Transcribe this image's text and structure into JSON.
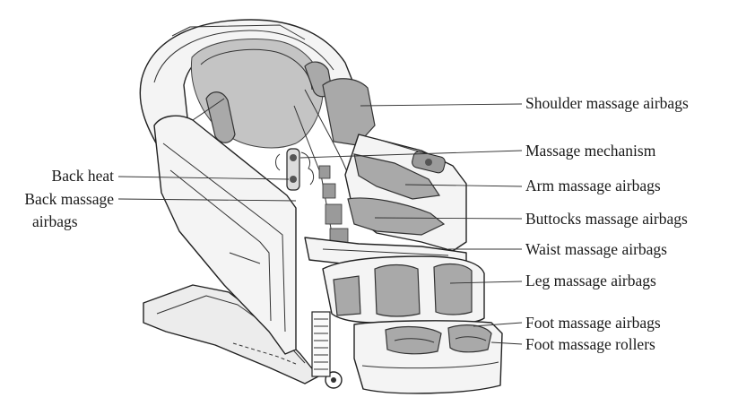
{
  "labels": {
    "shoulder": "Shoulder massage airbags",
    "mechanism": "Massage mechanism",
    "arm": "Arm massage airbags",
    "buttocks": "Buttocks massage airbags",
    "waist": "Waist massage airbags",
    "leg": "Leg massage airbags",
    "foot_airbags": "Foot massage airbags",
    "foot_rollers": "Foot massage rollers",
    "back_heat": "Back heat",
    "back_massage_line1": "Back massage",
    "back_massage_line2": "airbags"
  }
}
